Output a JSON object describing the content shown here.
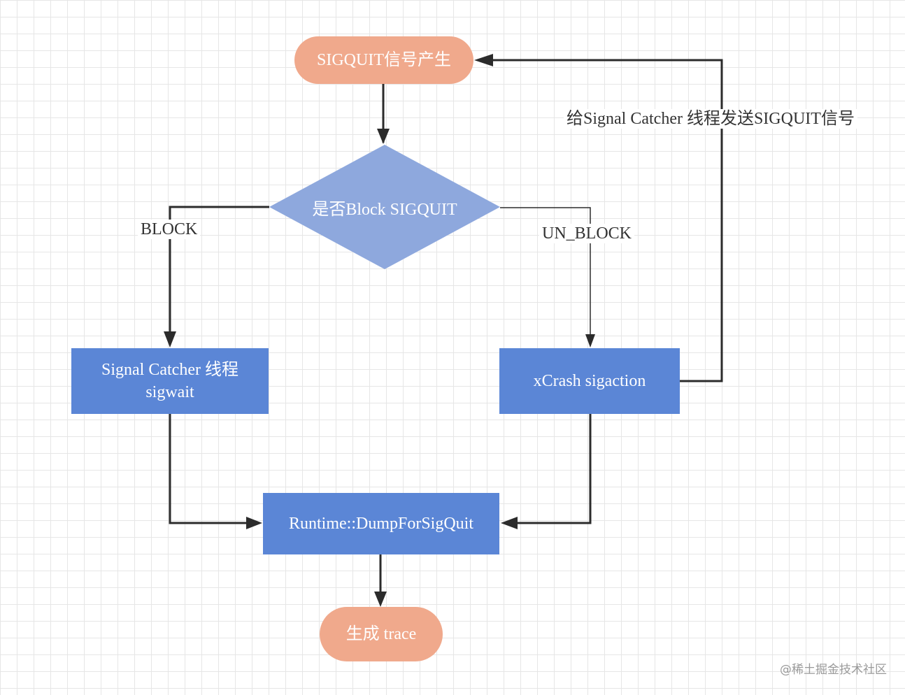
{
  "nodes": {
    "sigquit_generated": "SIGQUIT信号产生",
    "block_decision": "是否Block SIGQUIT",
    "signal_catcher_line1": "Signal Catcher 线程",
    "signal_catcher_line2": "sigwait",
    "xcrash_sigaction": "xCrash sigaction",
    "dump_for_sigquit": "Runtime::DumpForSigQuit",
    "generate_trace": "生成 trace"
  },
  "edge_labels": {
    "block": "BLOCK",
    "un_block": "UN_BLOCK",
    "send_to_catcher": "给Signal Catcher 线程发送SIGQUIT信号"
  },
  "watermark": "@稀土掘金技术社区",
  "colors": {
    "terminal": "#f0a98c",
    "decision": "#8ea8dd",
    "process": "#5b86d6",
    "connector": "#2b2b2b"
  }
}
